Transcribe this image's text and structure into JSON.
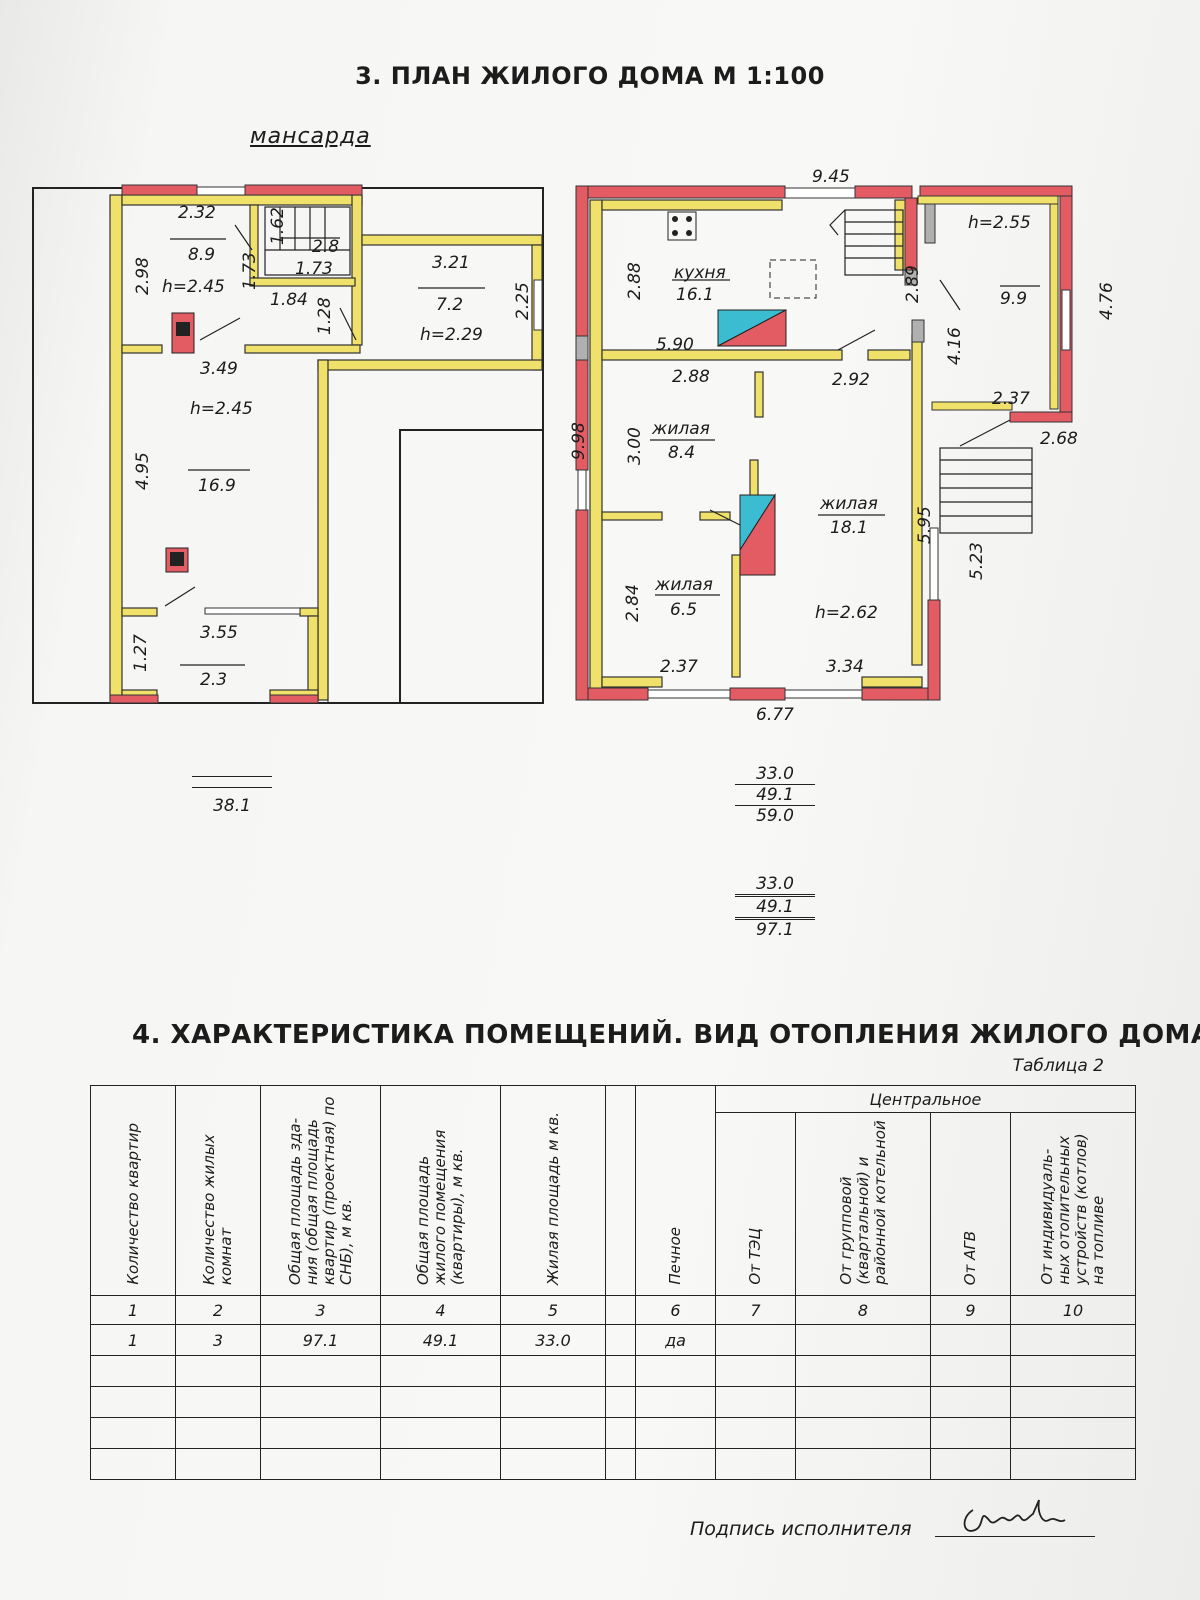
{
  "section3_title": "3. ПЛАН ЖИЛОГО ДОМА  М 1:100",
  "attic_label": "мансарда",
  "attic_plan": {
    "dims": [
      "2.32",
      "8.9",
      "1.62",
      "2.8",
      "1.73",
      "1.73",
      "2.98",
      "h=2.45",
      "1.84",
      "1.28",
      "3.21",
      "7.2",
      "2.25",
      "h=2.29",
      "3.49",
      "h=2.45",
      "4.95",
      "16.9",
      "3.55",
      "2.3",
      "1.27"
    ]
  },
  "ground_plan": {
    "rooms": {
      "kitchen": "кухня",
      "living": "жилая"
    },
    "dims": [
      "9.45",
      "h=2.55",
      "2.88",
      "16.1",
      "2.89",
      "9.9",
      "4.76",
      "5.90",
      "4.16",
      "2.88",
      "2.92",
      "2.37",
      "9.98",
      "3.00",
      "8.4",
      "2.68",
      "18.1",
      "5.95",
      "5.23",
      "2.84",
      "6.5",
      "h=2.62",
      "2.37",
      "3.34",
      "6.77"
    ]
  },
  "attic_summary": [
    "",
    "",
    "38.1"
  ],
  "ground_summary": [
    "33.0",
    "49.1",
    "59.0"
  ],
  "total_summary": [
    "33.0",
    "49.1",
    "97.1"
  ],
  "section4_title": "4. ХАРАКТЕРИСТИКА ПОМЕЩЕНИЙ. ВИД ОТОПЛЕНИЯ ЖИЛОГО ДОМА",
  "table_label": "Таблица 2",
  "table": {
    "central_header": "Центральное",
    "headers": [
      "Количество квартир",
      "Количество жилых комнат",
      "Общая площадь зда- ния (общая площадь квартир (проектная) по СНБ), м кв.",
      "Общая площадь жилого помещения (квартиры), м кв.",
      "Жилая площадь м кв.",
      "Печное",
      "От ТЭЦ",
      "От групповой (квартальной) и районной котельной",
      "От АГВ",
      "От индивидуаль- ных отопительных устройств (котлов) на топливе"
    ],
    "numbers": [
      "1",
      "2",
      "3",
      "4",
      "5",
      "6",
      "7",
      "8",
      "9",
      "10"
    ],
    "row1": [
      "1",
      "3",
      "97.1",
      "49.1",
      "33.0",
      "да",
      "",
      "",
      "",
      ""
    ]
  },
  "signature_label": "Подпись исполнителя"
}
